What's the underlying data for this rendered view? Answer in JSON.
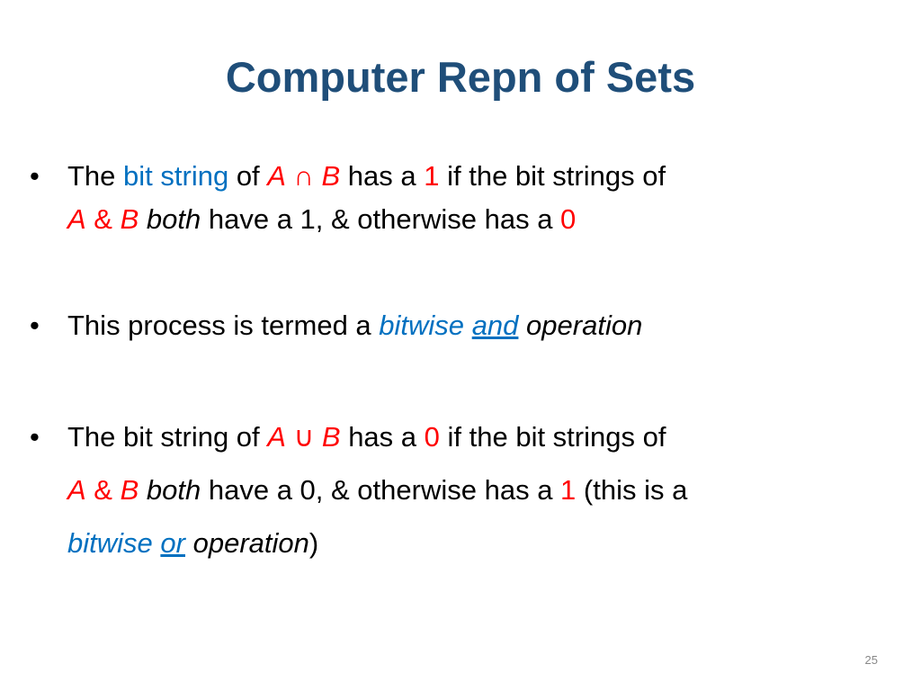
{
  "slide": {
    "title": "Computer Repn of Sets",
    "page_number": "25",
    "bullet_glyph": "•"
  },
  "bullet1": {
    "line1": {
      "t1": "The ",
      "t2": "bit string",
      "t3": " of  ",
      "t4": "A",
      "t5": " ∩ ",
      "t6": "B",
      "t7": "  has a ",
      "t8": "1",
      "t9": " if the bit strings of"
    },
    "line2": {
      "t1": "A",
      "t2": " & ",
      "t3": "B",
      "t4": " ",
      "t5": "both",
      "t6": " have a 1, & otherwise has a ",
      "t7": "0"
    }
  },
  "bullet2": {
    "t1": "This process is termed a ",
    "t2": "bitwise",
    "t3": " ",
    "t4": "and",
    "t5": " ",
    "t6": "operation"
  },
  "bullet3": {
    "line1": {
      "t1": "The bit string of ",
      "t2": "A",
      "t3": " ∪ ",
      "t4": "B",
      "t5": " has a ",
      "t6": "0",
      "t7": " if the bit strings of"
    },
    "line2": {
      "t1": "A",
      "t2": " & ",
      "t3": "B",
      "t4": " ",
      "t5": "both",
      "t6": " have a 0, & otherwise has a ",
      "t7": "1",
      "t8": " (this is a"
    },
    "line3": {
      "t1": "bitwise",
      "t2": " ",
      "t3": "or",
      "t4": " ",
      "t5": "operation",
      "t6": ")"
    }
  },
  "colors": {
    "title": "#1f4e79",
    "emphasis_red": "#ff0000",
    "emphasis_blue": "#0070c0",
    "body_text": "#000000"
  }
}
